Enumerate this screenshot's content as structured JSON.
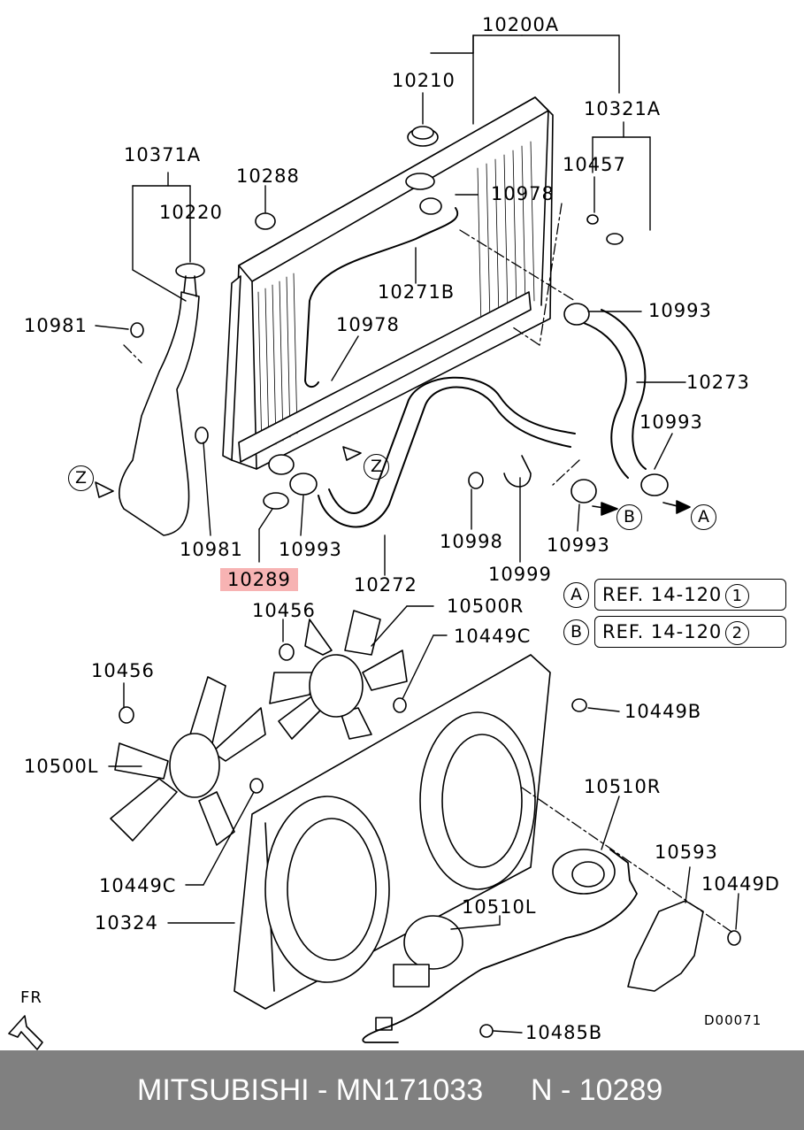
{
  "parts": {
    "p10200A": "10200A",
    "p10210": "10210",
    "p10321A": "10321A",
    "p10457": "10457",
    "p10371A": "10371A",
    "p10288": "10288",
    "p10978a": "10978",
    "p10220": "10220",
    "p10271B": "10271B",
    "p10981a": "10981",
    "p10978b": "10978",
    "p10993a": "10993",
    "p10273": "10273",
    "p10993b": "10993",
    "p10981b": "10981",
    "p10993c": "10993",
    "p10998": "10998",
    "p10993d": "10993",
    "p10289": "10289",
    "p10272": "10272",
    "p10999": "10999",
    "p10456a": "10456",
    "p10500R": "10500R",
    "p10449Ca": "10449C",
    "p10456b": "10456",
    "p10449Ba": "10449B",
    "p10500L": "10500L",
    "p10510R": "10510R",
    "p10593": "10593",
    "p10449D": "10449D",
    "p10449Cb": "10449C",
    "p10324": "10324",
    "p10510L": "10510L",
    "p10485B": "10485B"
  },
  "markers": {
    "a": "A",
    "b": "B",
    "z": "Z"
  },
  "refs": {
    "a": {
      "letter": "A",
      "text": "REF. 14-120",
      "num": "1"
    },
    "b": {
      "letter": "B",
      "text": "REF. 14-120",
      "num": "2"
    }
  },
  "fr_label": "FR",
  "drawing_code": "D00071",
  "footer": {
    "brand": "MITSUBISHI - MN171033",
    "ref": "N - 10289"
  }
}
